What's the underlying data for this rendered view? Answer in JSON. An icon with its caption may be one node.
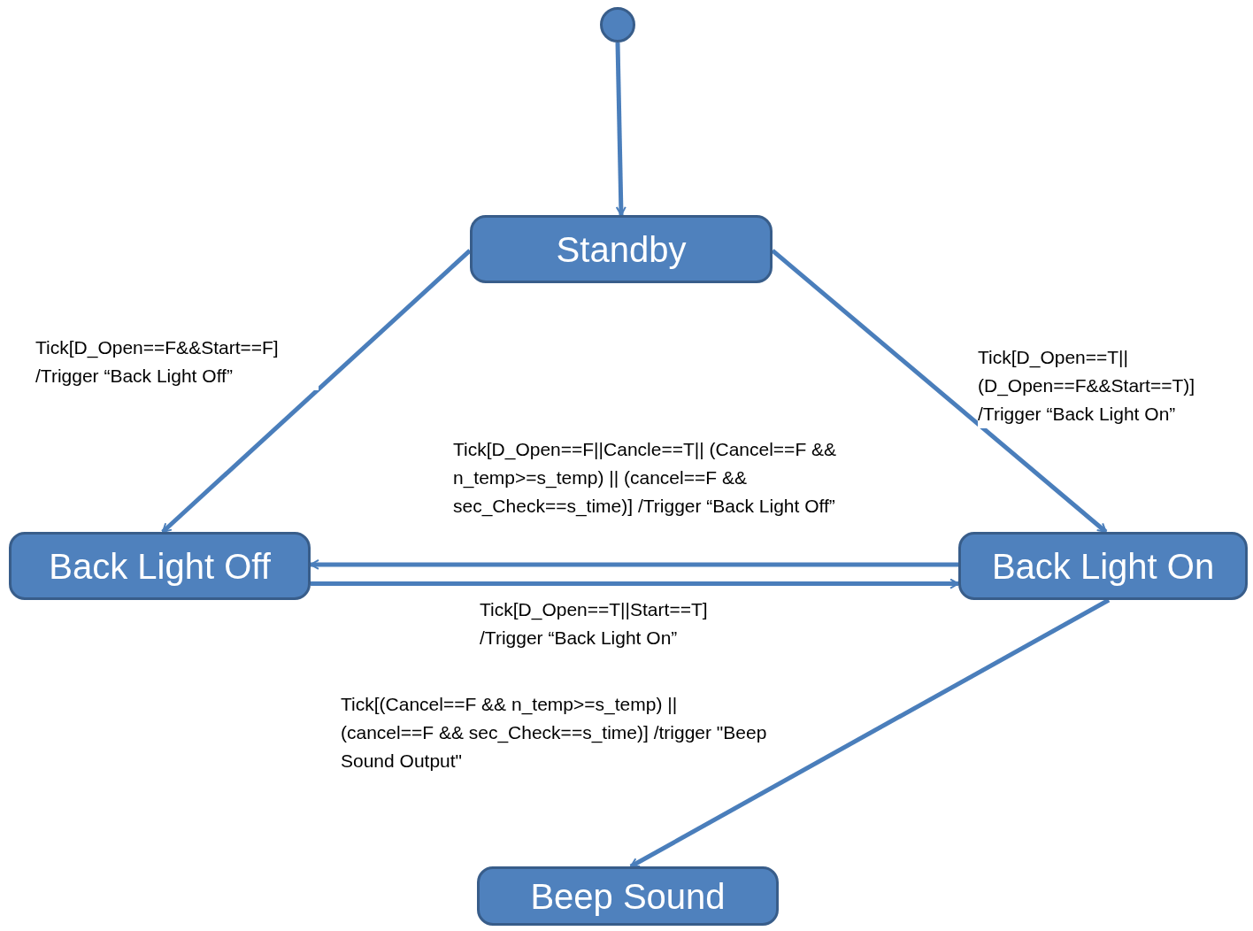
{
  "diagram": {
    "nodes": [
      {
        "text": [],
        "shape": "circle"
      },
      {
        "text": [
          "Standby"
        ]
      },
      {
        "text": [
          "Back Light Off"
        ]
      },
      {
        "text": [
          "Back Light On"
        ]
      },
      {
        "text": [
          "Beep Sound"
        ]
      }
    ],
    "edges": [
      {
        "from": 0,
        "to": 1,
        "arrow": "to"
      },
      {
        "from": 1,
        "to": 2,
        "arrow": "to",
        "label": "Tick[D_Open==F&&Start==F] /Trigger “Back Light Off”"
      },
      {
        "from": 1,
        "to": 3,
        "arrow": "to",
        "label": "Tick[D_Open==T|| (D_Open==F&&Start==T)] /Trigger “Back Light On”"
      },
      {
        "from": 3,
        "to": 2,
        "arrow": "to",
        "label": "Tick[D_Open==F||Cancle==T|| (Cancel==F && n_temp>=s_temp) || (cancel==F && sec_Check==s_time)] /Trigger “Back Light Off”"
      },
      {
        "from": 2,
        "to": 3,
        "arrow": "to",
        "label": "Tick[D_Open==T||Start==T] /Trigger “Back Light On”"
      },
      {
        "from": 3,
        "to": 4,
        "arrow": "to",
        "label": "Tick[(Cancel==F && n_temp>=s_temp) || (cancel==F && sec_Check==s_time)] /trigger \"Beep Sound Output\""
      }
    ]
  }
}
